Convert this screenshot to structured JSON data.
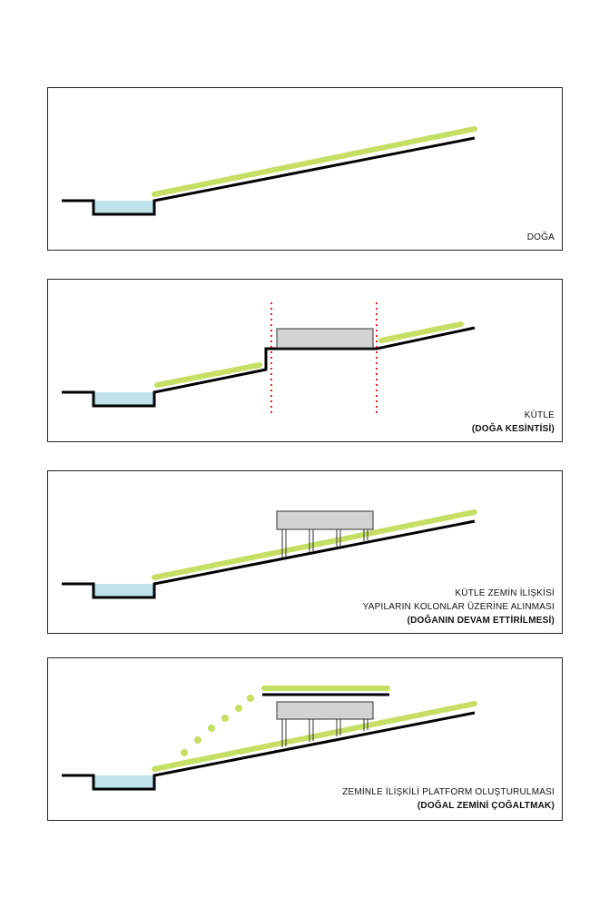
{
  "colors": {
    "ground": "#000000",
    "grass": "#c5de63",
    "water": "#bfe3e8",
    "mass": "#d3d3d3",
    "cut_line": "#e0262b",
    "frame": "#222222"
  },
  "panels": [
    {
      "caption_lines": [
        "DOĞA"
      ]
    },
    {
      "caption_lines": [
        "KÜTLE"
      ],
      "caption_bold": "(DOĞA KESİNTİSİ)"
    },
    {
      "caption_lines": [
        "KÜTLE ZEMİN İLİŞKİSİ",
        "YAPILARIN KOLONLAR ÜZERİNE ALINMASI"
      ],
      "caption_bold": "(DOĞANIN DEVAM ETTİRİLMESİ)"
    },
    {
      "caption_lines": [
        "ZEMİNLE İLİŞKİLİ PLATFORM OLUŞTURULMASI"
      ],
      "caption_bold": "(DOĞAL ZEMİNİ ÇOĞALTMAK)"
    }
  ]
}
